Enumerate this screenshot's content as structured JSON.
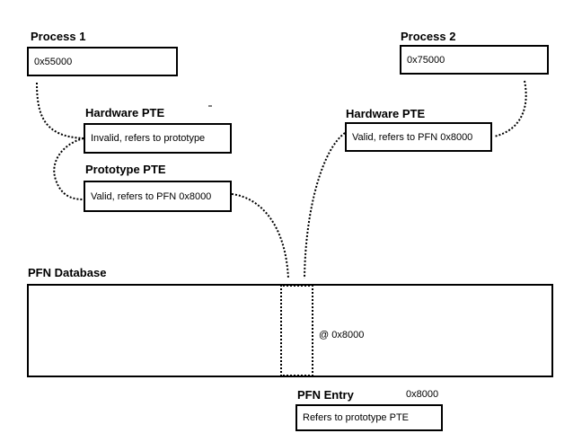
{
  "process1": {
    "heading": "Process 1",
    "address": "0x55000"
  },
  "process2": {
    "heading": "Process 2",
    "address": "0x75000"
  },
  "hardware_pte_1": {
    "heading": "Hardware PTE",
    "text": "Invalid, refers to prototype"
  },
  "prototype_pte": {
    "heading": "Prototype PTE",
    "text": "Valid, refers to PFN 0x8000"
  },
  "hardware_pte_2": {
    "heading": "Hardware PTE",
    "text": "Valid, refers to PFN 0x8000"
  },
  "pfn_database": {
    "heading": "PFN Database",
    "entry_label": "@ 0x8000"
  },
  "pfn_entry": {
    "heading": "PFN Entry",
    "pfn": "0x8000",
    "text": "Refers to prototype PTE"
  }
}
